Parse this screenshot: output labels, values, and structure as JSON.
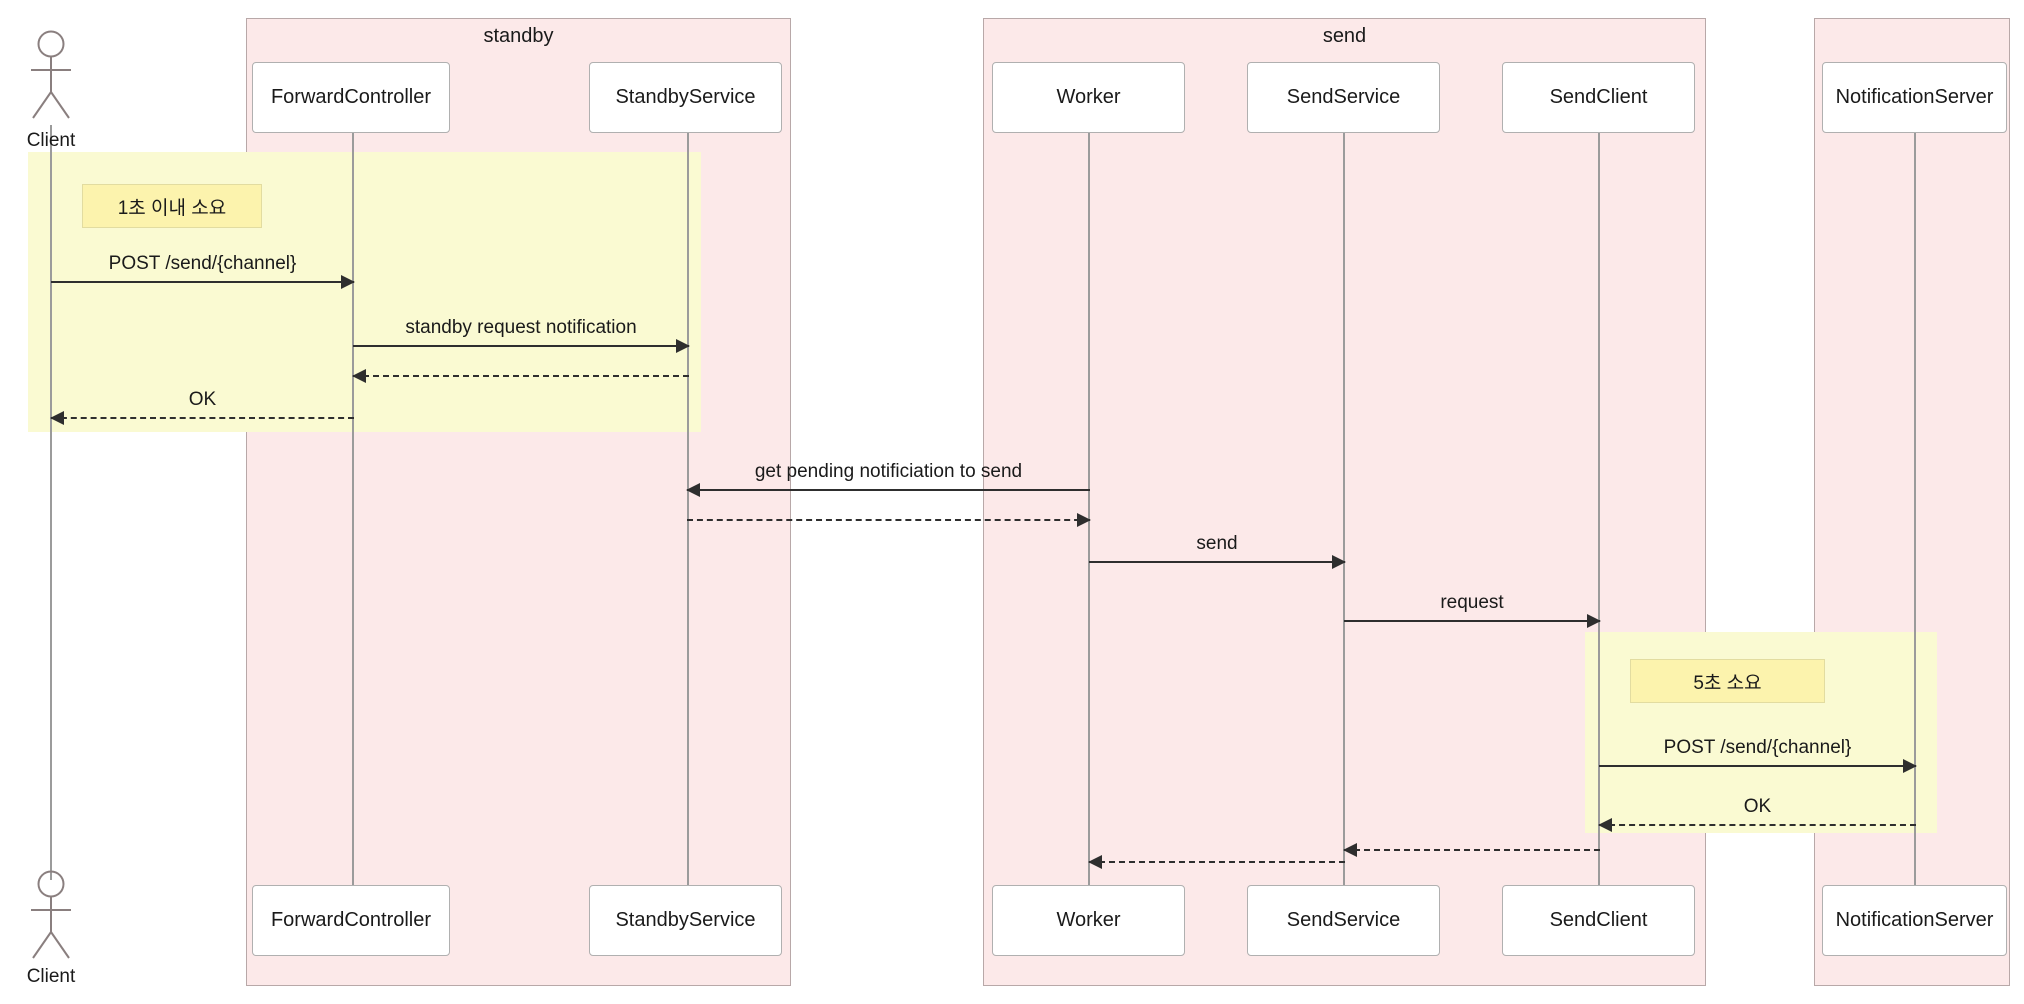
{
  "diagram": {
    "type": "sequence-diagram",
    "title": "",
    "colors": {
      "group_fill": "#fce9e9",
      "group_border": "#b8a8a8",
      "highlight_fill": "#fafad2",
      "note_fill": "#fcf3ad",
      "note_border": "#e2dca0",
      "participant_fill": "#ffffff",
      "participant_border": "#b0b0b0",
      "lifeline": "#9b9b9b",
      "arrow": "#2e2e2e",
      "text": "#1a1a1a",
      "background": "#ffffff"
    }
  },
  "actors": [
    {
      "id": "client-top",
      "label": "Client"
    },
    {
      "id": "client-bottom",
      "label": "Client"
    }
  ],
  "groups": [
    {
      "id": "group-standby",
      "label": "standby"
    },
    {
      "id": "group-send",
      "label": "send"
    },
    {
      "id": "group-notificationserver",
      "label": ""
    }
  ],
  "participants_top": [
    {
      "id": "forwardcontroller",
      "label": "ForwardController",
      "group": "standby"
    },
    {
      "id": "standbyservice",
      "label": "StandbyService",
      "group": "standby"
    },
    {
      "id": "worker",
      "label": "Worker",
      "group": "send"
    },
    {
      "id": "sendservice",
      "label": "SendService",
      "group": "send"
    },
    {
      "id": "sendclient",
      "label": "SendClient",
      "group": "send"
    },
    {
      "id": "notificationserver",
      "label": "NotificationServer",
      "group": "notificationserver"
    }
  ],
  "participants_bottom": [
    {
      "id": "forwardcontroller",
      "label": "ForwardController",
      "group": "standby"
    },
    {
      "id": "standbyservice",
      "label": "StandbyService",
      "group": "standby"
    },
    {
      "id": "worker",
      "label": "Worker",
      "group": "send"
    },
    {
      "id": "sendservice",
      "label": "SendService",
      "group": "send"
    },
    {
      "id": "sendclient",
      "label": "SendClient",
      "group": "send"
    },
    {
      "id": "notificationserver",
      "label": "NotificationServer",
      "group": "notificationserver"
    }
  ],
  "notes": [
    {
      "id": "note-1sec",
      "label": "1초 이내 소요"
    },
    {
      "id": "note-5sec",
      "label": "5초 소요"
    }
  ],
  "messages": [
    {
      "id": "msg-post-send-channel-1",
      "label": "POST /send/{channel}",
      "from": "client-top",
      "to": "forwardcontroller",
      "style": "solid",
      "direction": "right"
    },
    {
      "id": "msg-standby-request-notification",
      "label": "standby request notification",
      "from": "forwardcontroller",
      "to": "standbyservice",
      "style": "solid",
      "direction": "right"
    },
    {
      "id": "msg-standby-return",
      "label": "",
      "from": "standbyservice",
      "to": "forwardcontroller",
      "style": "dashed",
      "direction": "left"
    },
    {
      "id": "msg-ok-1",
      "label": "OK",
      "from": "forwardcontroller",
      "to": "client-top",
      "style": "dashed",
      "direction": "left"
    },
    {
      "id": "msg-get-pending",
      "label": "get pending notificiation to send",
      "from": "worker",
      "to": "standbyservice",
      "style": "solid",
      "direction": "left"
    },
    {
      "id": "msg-get-pending-return",
      "label": "",
      "from": "standbyservice",
      "to": "worker",
      "style": "dashed",
      "direction": "right"
    },
    {
      "id": "msg-send",
      "label": "send",
      "from": "worker",
      "to": "sendservice",
      "style": "solid",
      "direction": "right"
    },
    {
      "id": "msg-request",
      "label": "request",
      "from": "sendservice",
      "to": "sendclient",
      "style": "solid",
      "direction": "right"
    },
    {
      "id": "msg-post-send-channel-2",
      "label": "POST /send/{channel}",
      "from": "sendclient",
      "to": "notificationserver",
      "style": "solid",
      "direction": "right"
    },
    {
      "id": "msg-ok-2",
      "label": "OK",
      "from": "notificationserver",
      "to": "sendclient",
      "style": "dashed",
      "direction": "left"
    },
    {
      "id": "msg-sendclient-return",
      "label": "",
      "from": "sendclient",
      "to": "sendservice",
      "style": "dashed",
      "direction": "left"
    },
    {
      "id": "msg-sendservice-return",
      "label": "",
      "from": "sendservice",
      "to": "worker",
      "style": "dashed",
      "direction": "left"
    }
  ]
}
